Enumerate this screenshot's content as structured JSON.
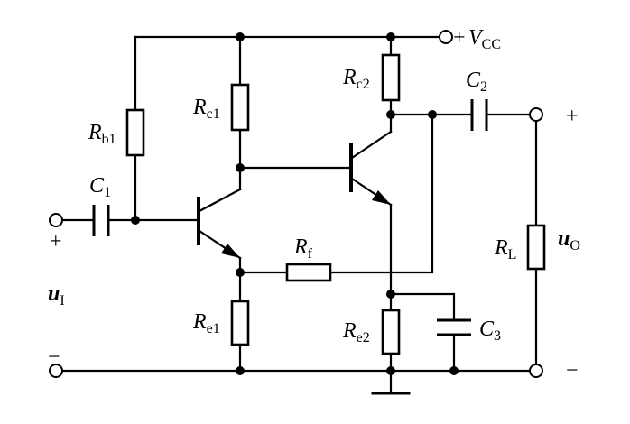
{
  "supply": {
    "plus": "+",
    "symbol": "V",
    "sub": "CC"
  },
  "components": {
    "rb1": {
      "symbol": "R",
      "sub": "b1"
    },
    "rc1": {
      "symbol": "R",
      "sub": "c1"
    },
    "rc2": {
      "symbol": "R",
      "sub": "c2"
    },
    "re1": {
      "symbol": "R",
      "sub": "e1"
    },
    "re2": {
      "symbol": "R",
      "sub": "e2"
    },
    "rf": {
      "symbol": "R",
      "sub": "f"
    },
    "rl": {
      "symbol": "R",
      "sub": "L"
    },
    "c1": {
      "symbol": "C",
      "sub": "1"
    },
    "c2": {
      "symbol": "C",
      "sub": "2"
    },
    "c3": {
      "symbol": "C",
      "sub": "3"
    }
  },
  "input": {
    "symbol": "u",
    "sub": "I",
    "plus": "+",
    "minus": "−"
  },
  "output": {
    "symbol": "u",
    "sub": "O",
    "plus": "+",
    "minus": "−"
  }
}
